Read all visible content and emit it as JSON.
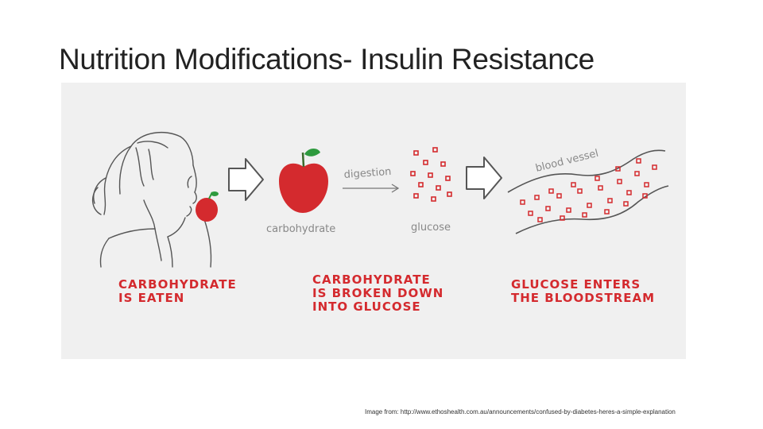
{
  "slide": {
    "title": "Nutrition Modifications- Insulin Resistance",
    "credit": "Image from: http://www.ethoshealth.com.au/announcements/confused-by-diabetes-heres-a-simple-explanation"
  },
  "diagram": {
    "steps": [
      {
        "caption_lines": [
          "CARBOHYDRATE",
          "IS EATEN"
        ]
      },
      {
        "caption_lines": [
          "CARBOHYDRATE",
          "IS BROKEN DOWN",
          "INTO GLUCOSE"
        ]
      },
      {
        "caption_lines": [
          "GLUCOSE ENTERS",
          "THE BLOODSTREAM"
        ]
      }
    ],
    "labels": {
      "digestion": "digestion",
      "carbohydrate": "carbohydrate",
      "glucose": "glucose",
      "blood_vessel": "blood vessel"
    },
    "colors": {
      "accent": "#d42a2e",
      "leaf": "#2e9a3e",
      "sketch": "#555555"
    }
  }
}
